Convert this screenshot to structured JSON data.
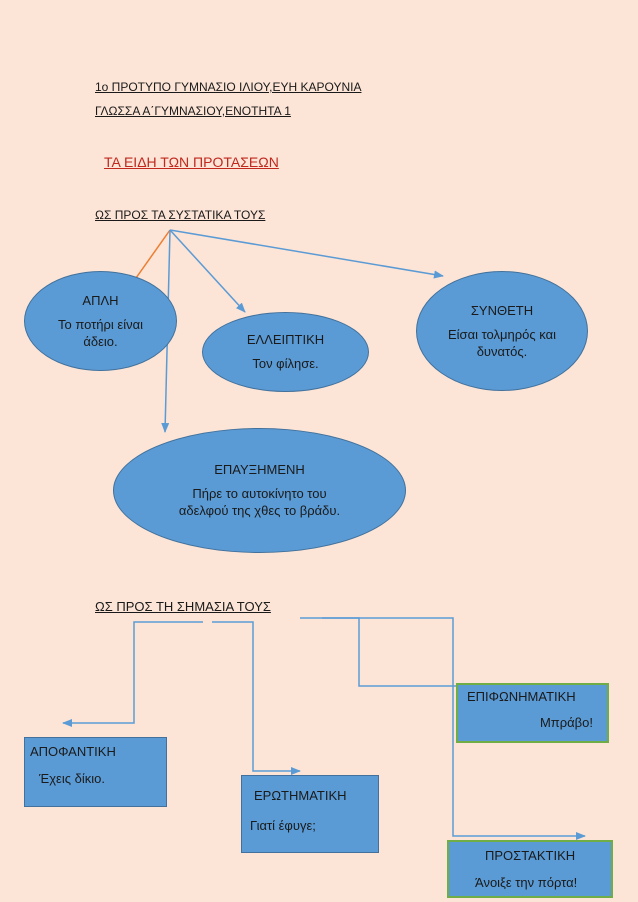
{
  "header": {
    "line1": "1ο ΠΡΟΤΥΠΟ ΓΥΜΝΑΣΙΟ ΙΛΙΟΥ,ΕΥΗ ΚΑΡΟΥΝΙΑ",
    "line2": "ΓΛΩΣΣΑ Α΄ΓΥΜΝΑΣΙΟΥ,ΕΝΟΤΗΤΑ 1"
  },
  "title": "ΤΑ ΕΙΔΗ ΤΩΝ ΠΡΟΤΑΣΕΩΝ",
  "section1": {
    "heading": "ΩΣ ΠΡΟΣ ΤΑ ΣΥΣΤΑΤΙΚΑ ΤΟΥΣ",
    "nodes": [
      {
        "title": "ΑΠΛΗ",
        "example": "Το ποτήρι είναι άδειο."
      },
      {
        "title": "ΕΛΛΕΙΠΤΙΚΗ",
        "example": "Τον φίλησε."
      },
      {
        "title": "ΣΥΝΘΕΤΗ",
        "example": "Είσαι τολμηρός και δυνατός."
      },
      {
        "title": "ΕΠΑΥΞΗΜΕΝΗ",
        "example": "Πήρε το αυτοκίνητο του αδελφού της χθες το βράδυ."
      }
    ]
  },
  "section2": {
    "heading": "ΩΣ ΠΡΟΣ ΤΗ ΣΗΜΑΣΙΑ ΤΟΥΣ",
    "nodes": [
      {
        "title": "ΑΠΟΦΑΝΤΙΚΗ",
        "example": "Έχεις δίκιο."
      },
      {
        "title": "ΕΡΩΤΗΜΑΤΙΚΗ",
        "example": "Γιατί έφυγε;"
      },
      {
        "title": "ΕΠΙΦΩΝΗΜΑΤΙΚΗ",
        "example": "Μπράβο!"
      },
      {
        "title": "ΠΡΟΣΤΑΚΤΙΚΗ",
        "example": "Άνοιξε την πόρτα!"
      }
    ]
  },
  "colors": {
    "background": "#fce4d6",
    "node_fill": "#5b9bd5",
    "node_border": "#41719c",
    "title_red": "#c0281e",
    "connector_orange": "#ed7d31",
    "box_green_border": "#70ad47"
  }
}
